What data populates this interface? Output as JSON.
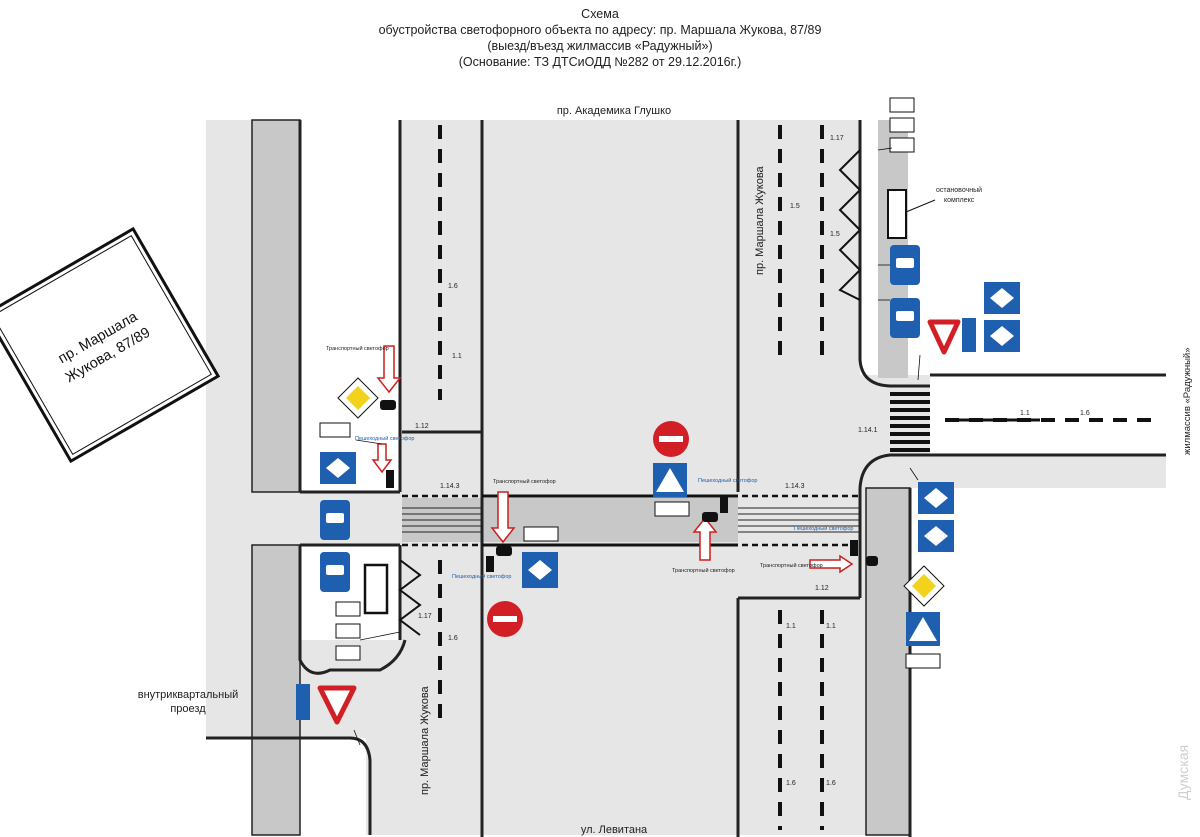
{
  "header": {
    "line1": "Схема",
    "line2": "обустройства светофорного объекта по адресу: пр. Маршала Жукова, 87/89",
    "line3": "(выезд/въезд жилмассив «Радужный»)",
    "line4": "(Основание: ТЗ ДТСиОДД №282 от 29.12.2016г.)"
  },
  "streets": {
    "top": "пр. Академика Глушко",
    "bottom": "ул. Левитана",
    "right_vertical": "пр. Маршала Жукова",
    "left_vertical": "пр. Маршала Жукова",
    "east": "жилмассив «Радужный»",
    "passage_line1": "внутриквартальный",
    "passage_line2": "проезд"
  },
  "building": {
    "line1": "пр. Маршала",
    "line2": "Жукова, 87/89"
  },
  "labels": {
    "stop_complex_line1": "остановочный",
    "stop_complex_line2": "комплекс",
    "transport_light": "Транспортный светофор",
    "pedestrian_light": "Пешеходный светофор"
  },
  "markings": {
    "m_1_1": "1.1",
    "m_1_5": "1.5",
    "m_1_6": "1.6",
    "m_1_12": "1.12",
    "m_1_14_1": "1.14.1",
    "m_1_14_3": "1.14.3",
    "m_1_17": "1.17"
  },
  "watermark": "Думская",
  "colors": {
    "road": "#e6e6e6",
    "island": "#c8c8c8",
    "sign_blue": "#1f5fb0",
    "sign_red": "#d21f26",
    "sign_yellow": "#f2d21b",
    "arrow_red": "#cc1f1f"
  }
}
